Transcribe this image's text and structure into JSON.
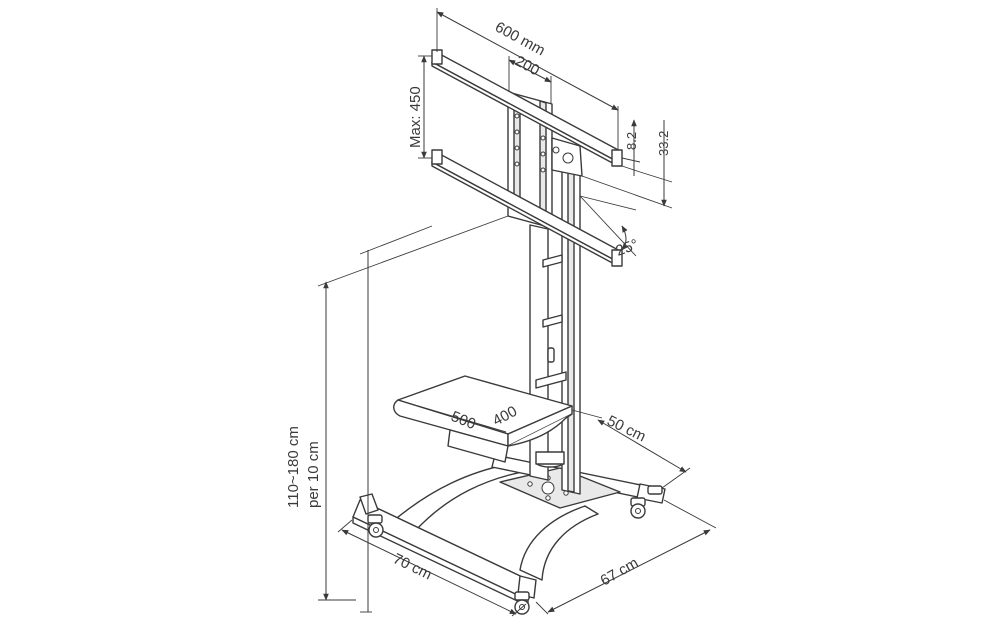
{
  "dimensions": {
    "width_mm": "600  mm",
    "center_200": "200",
    "max_450": "Max: 450",
    "gap_8_2": "8.2",
    "depth_33_2": "33.2",
    "tilt": "25°",
    "height_line1": "110~180  cm",
    "height_line2": "per  10  cm",
    "shelf_500": "500",
    "shelf_400": "400",
    "depth_50": "50  cm",
    "base_67": "67  cm",
    "base_70": "70  cm"
  }
}
